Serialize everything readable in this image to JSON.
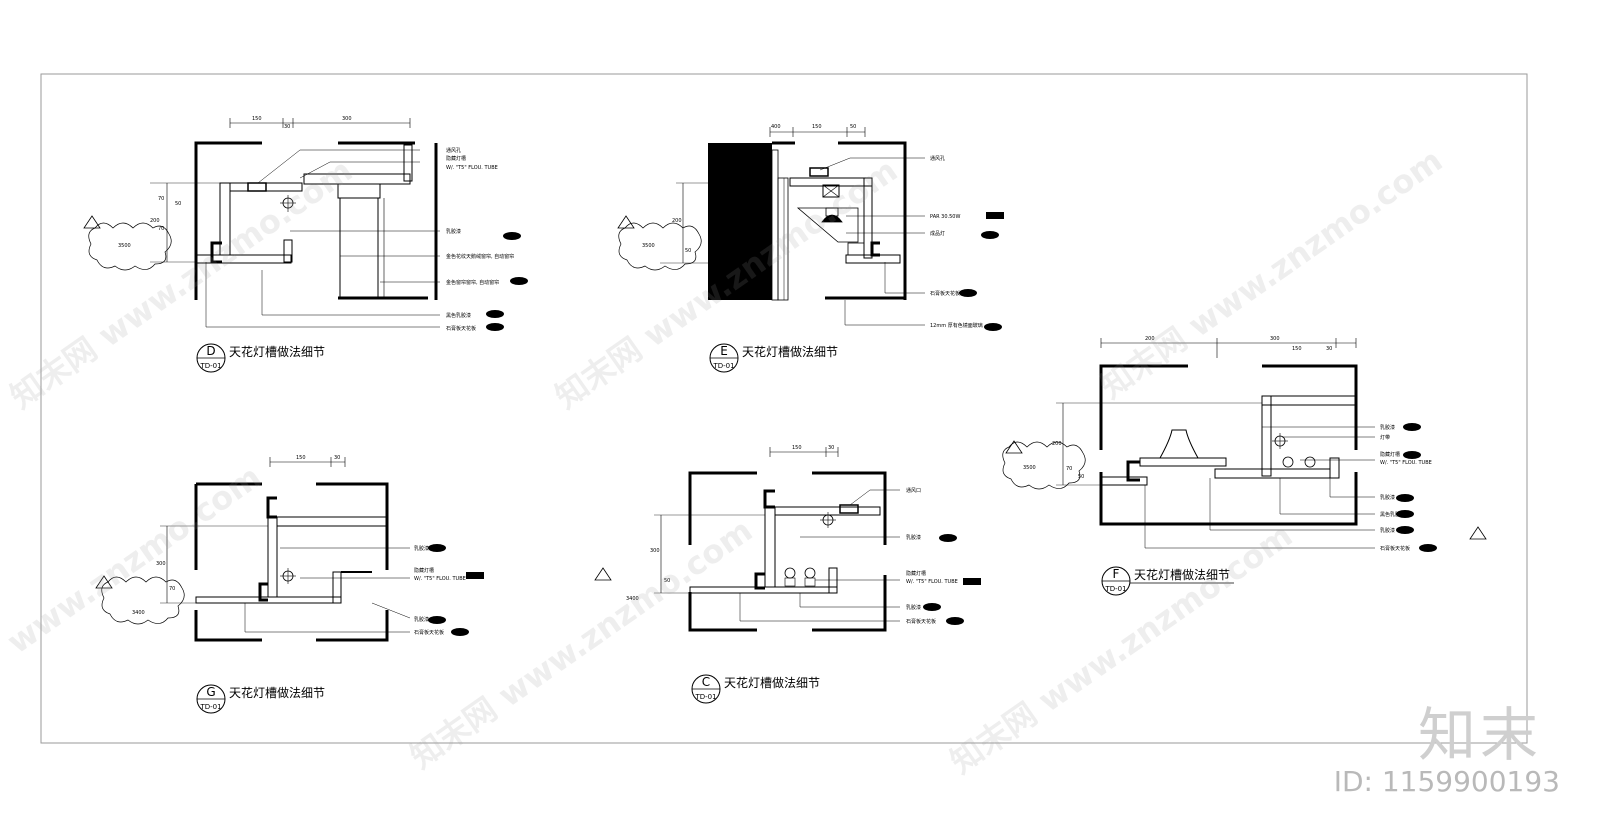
{
  "details": [
    {
      "id": "D",
      "title": "天花灯槽做法细节",
      "ref": "TD-01",
      "dims_top": [
        "150",
        "30",
        "300"
      ],
      "dims_left": [
        "70",
        "50",
        "200",
        "70"
      ],
      "level": "3500",
      "notes": [
        "通风孔",
        "隐藏灯槽",
        "W/. \"T5\" FLOU. TUBE",
        "乳胶漆",
        "金色花纹天鹅绒窗帘, 自动窗帘",
        "金色窗帘窗帘, 自动窗帘",
        "黑色乳胶漆",
        "石膏板天花板"
      ]
    },
    {
      "id": "E",
      "title": "天花灯槽做法细节",
      "ref": "TD-01",
      "dims_top": [
        "400",
        "150",
        "50"
      ],
      "dims_left": [
        "200",
        "50"
      ],
      "level": "3500",
      "notes": [
        "通风孔",
        "PAR 30.50W",
        "成品灯",
        "石膏板天花板",
        "12mm 厚有色镜面玻璃"
      ]
    },
    {
      "id": "G",
      "title": "天花灯槽做法细节",
      "ref": "TD-01",
      "dims_top": [
        "150",
        "30"
      ],
      "dims_left": [
        "300",
        "70"
      ],
      "level": "3400",
      "notes": [
        "乳胶漆",
        "隐藏灯槽",
        "W/. \"T5\" FLOU. TUBE",
        "乳胶漆",
        "石膏板天花板"
      ]
    },
    {
      "id": "C",
      "title": "天花灯槽做法细节",
      "ref": "TD-01",
      "dims_top": [
        "150",
        "30"
      ],
      "dims_left": [
        "300",
        "50"
      ],
      "level": "3400",
      "notes": [
        "通风口",
        "乳胶漆",
        "隐藏灯槽",
        "W/. \"T5\" FLOU. TUBE",
        "乳胶漆",
        "石膏板天花板"
      ]
    },
    {
      "id": "F",
      "title": "天花灯槽做法细节",
      "ref": "TD-01",
      "dims_top": [
        "200",
        "300",
        "150",
        "30"
      ],
      "dims_left": [
        "200",
        "70",
        "50"
      ],
      "level": "3500",
      "notes": [
        "乳胶漆",
        "灯带",
        "隐藏灯槽",
        "W/. \"T5\" FLOU. TUBE",
        "乳胶漆",
        "黑色乳胶漆",
        "乳胶漆",
        "石膏板天花板"
      ]
    }
  ],
  "watermark": {
    "url_text": "www.znzmo.com",
    "site_name": "知末网",
    "brand": "知末",
    "id_label": "ID: 1159900193"
  },
  "colors": {
    "line": "#000000",
    "frame": "#9a9a9a",
    "watermark": "#c8c8c8"
  }
}
